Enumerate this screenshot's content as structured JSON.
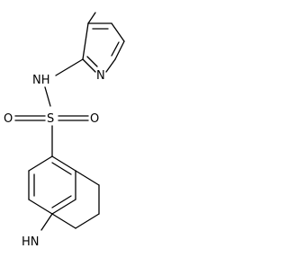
{
  "molecule": {
    "atoms": {
      "pyridine_n": "N",
      "amide_nh": "NH",
      "sulfur": "S",
      "oxygen_left": "O",
      "oxygen_right": "O",
      "ring_nh": "HN"
    }
  }
}
